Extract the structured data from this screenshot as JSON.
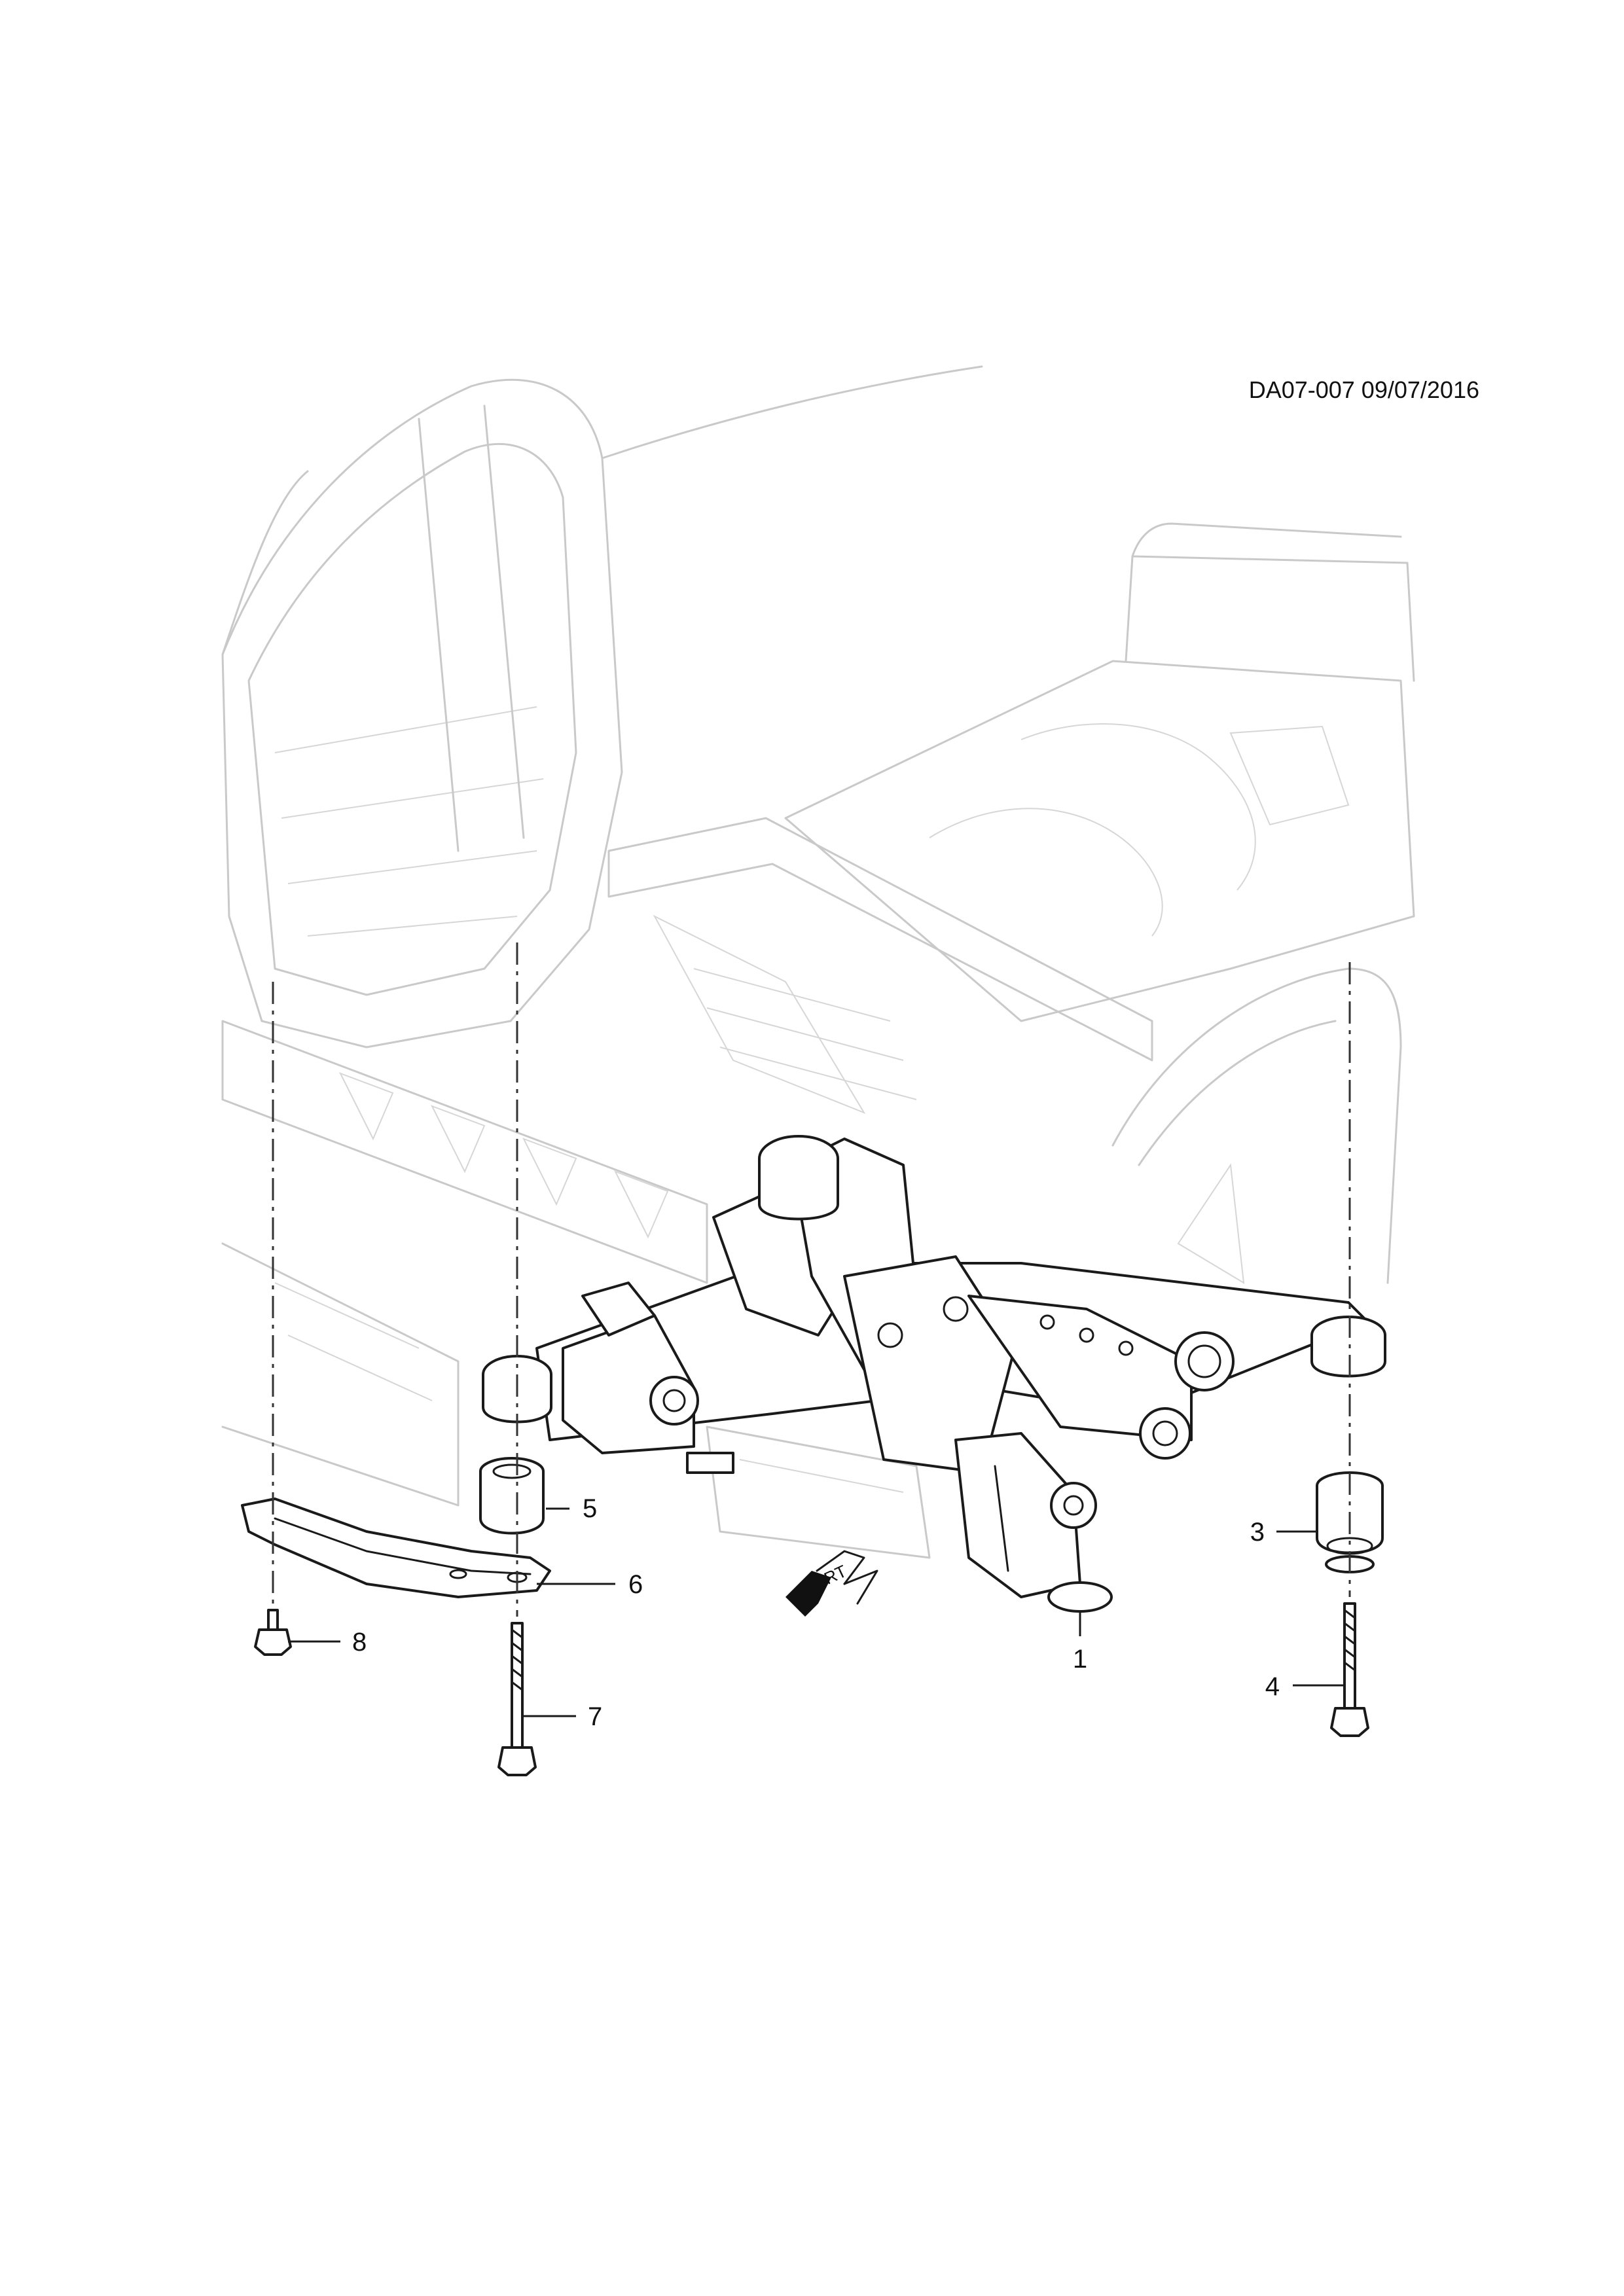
{
  "header": {
    "drawing_ref": "DA07-007 09/07/2016"
  },
  "callouts": [
    {
      "id": "1",
      "label": "1"
    },
    {
      "id": "3",
      "label": "3"
    },
    {
      "id": "4",
      "label": "4"
    },
    {
      "id": "5",
      "label": "5"
    },
    {
      "id": "6",
      "label": "6"
    },
    {
      "id": "7",
      "label": "7"
    },
    {
      "id": "8",
      "label": "8"
    }
  ],
  "orientation_marker": {
    "label": "FRT",
    "icon": "front-direction-arrow-icon"
  },
  "colors": {
    "line": "#1a1a1a",
    "ghost": "#c9c9c9",
    "background": "#ffffff"
  }
}
